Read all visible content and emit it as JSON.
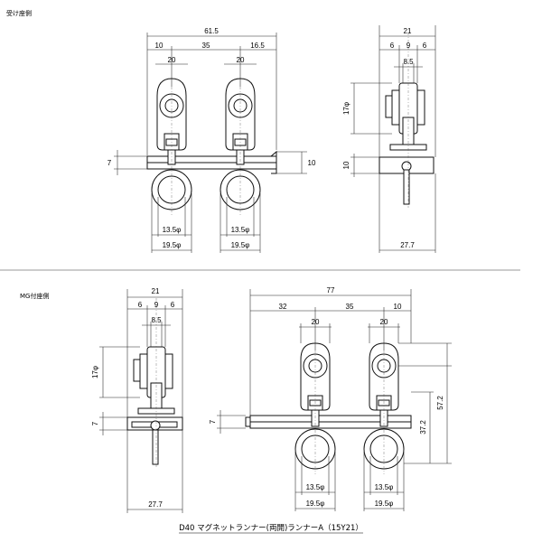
{
  "sections": {
    "top_label": "受け座側",
    "bottom_label": "MG付座側"
  },
  "caption": "D40  マグネットランナー(両開)ランナーA（15Y21）",
  "top_front": {
    "overall": "61.5",
    "left_offset": "10",
    "spacing": "35",
    "right_offset": "16.5",
    "roller_width_left": "20",
    "roller_width_right": "20",
    "plate_height": "7",
    "bracket_height": "10",
    "bore_left": "13.5φ",
    "bore_right": "13.5φ",
    "outer_left": "19.5φ",
    "outer_right": "19.5φ"
  },
  "top_side": {
    "overall": "21",
    "a": "6",
    "b": "9",
    "c": "6",
    "roller": "8.5",
    "wheel_dia": "17φ",
    "plate_height": "10",
    "base": "27.7"
  },
  "bottom_side": {
    "overall": "21",
    "a": "6",
    "b": "9",
    "c": "6",
    "roller": "8.5",
    "wheel_dia": "17φ",
    "plate_height": "7",
    "base": "27.7"
  },
  "bottom_front": {
    "overall": "77",
    "left_offset": "32",
    "spacing": "35",
    "right_offset": "10",
    "roller_width_left": "20",
    "roller_width_right": "20",
    "plate_height": "7",
    "height_mid": "37.2",
    "height_total": "57.2",
    "bore_left": "13.5φ",
    "bore_right": "13.5φ",
    "outer_left": "19.5φ",
    "outer_right": "19.5φ"
  }
}
